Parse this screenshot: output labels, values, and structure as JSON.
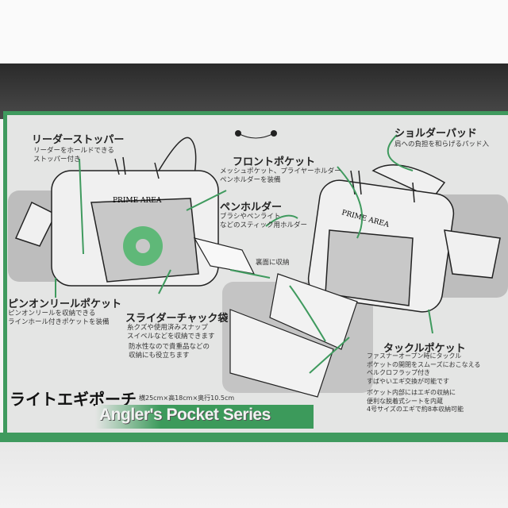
{
  "labels": {
    "leader_stopper": {
      "title": "リーダーストッパー",
      "desc": [
        "リーダーをホールドできる",
        "ストッパー付き"
      ]
    },
    "front_pocket": {
      "title": "フロントポケット",
      "desc": [
        "メッシュポケット、プライヤーホルダー",
        "ペンホルダーを装備"
      ]
    },
    "shoulder_pad": {
      "title": "ショルダーパッド",
      "desc": [
        "肩への負担を和らげるパッド入"
      ]
    },
    "pen_holder": {
      "title": "ペンホルダー",
      "desc": [
        "ブラシやペンライト",
        "などのスティック用ホルダー"
      ]
    },
    "back_storage": {
      "title": "裏面に収納"
    },
    "pin_on_reel": {
      "title": "ピンオンリールポケット",
      "desc": [
        "ピンオンリールを収納できる",
        "ラインホール付きポケットを装備"
      ]
    },
    "slider_bag": {
      "title": "スライダーチャック袋",
      "desc": [
        "糸クズや使用済みスナップ",
        "スイベルなどを収納できます"
      ],
      "desc2": [
        "防水性なので貴重品などの",
        "収納にも役立ちます"
      ]
    },
    "tackle_pocket": {
      "title": "タックルポケット",
      "desc": [
        "ファスナーオープン時にタックル",
        "ポケットの開閉をスムーズにおこなえる",
        "ベルクロフラップ付き",
        "すばやいエギ交換が可能です"
      ],
      "desc2": [
        "ポケット内部にはエギの収納に",
        "便利な脱着式シートを内蔵",
        "4号サイズのエギで約8本収納可能"
      ]
    }
  },
  "product": {
    "name": "ライトエギポーチ",
    "dimensions": "横25cm×高18cm×奥行10.5cm",
    "series": "Angler's Pocket Series"
  },
  "brand_logo": "PRIME AREA",
  "colors": {
    "accent": "#3f9a5e",
    "card": "#e4e5e4"
  }
}
